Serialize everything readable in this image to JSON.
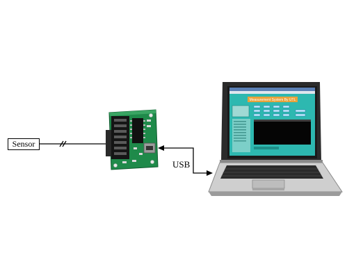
{
  "sensor_label": "Sensor",
  "usb_label": "USB",
  "laptop_screen": {
    "app_title": "Measurement System By UTL"
  },
  "colors": {
    "pcb_green": "#1f8a4a",
    "connector_black": "#151515",
    "laptop_silver": "#c9c9c9",
    "screen_teal": "#2db8b0",
    "title_orange": "#e8a23a"
  }
}
